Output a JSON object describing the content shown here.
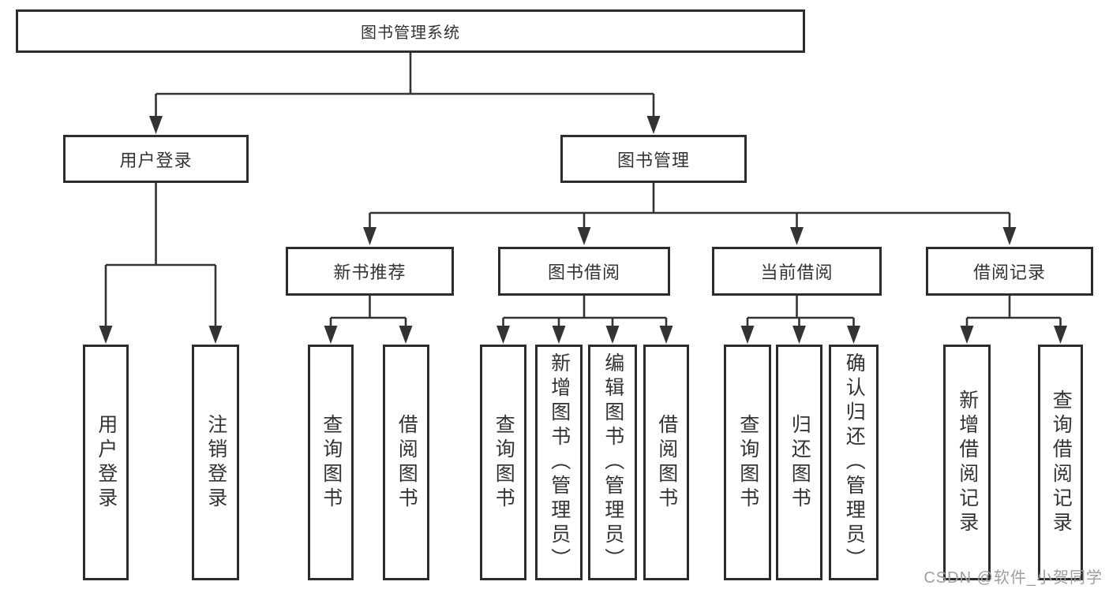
{
  "diagram": {
    "type": "hierarchy-tree",
    "colors": {
      "line": "#333333",
      "box_border": "#2d2d2d",
      "text": "#333333",
      "background": "#ffffff",
      "watermark": "#9e9e9e"
    },
    "nodes": {
      "root": "图书管理系统",
      "user_login": "用户登录",
      "book_mgmt": "图书管理",
      "new_book": "新书推荐",
      "book_borrow": "图书借阅",
      "current_borrow": "当前借阅",
      "borrow_record": "借阅记录",
      "ul1": "用户登录",
      "ul2": "注销登录",
      "nb1": "查询图书",
      "nb2": "借阅图书",
      "bb1": "查询图书",
      "bb2": "新增图书（管理员）",
      "bb3": "编辑图书（管理员）",
      "bb4": "借阅图书",
      "cb1": "查询图书",
      "cb2": "归还图书",
      "cb3": "确认归还（管理员）",
      "br1": "新增借阅记录",
      "br2": "查询借阅记录"
    },
    "edges": [
      {
        "from": "root",
        "to": [
          "user_login",
          "book_mgmt"
        ]
      },
      {
        "from": "user_login",
        "to": [
          "ul1",
          "ul2"
        ]
      },
      {
        "from": "book_mgmt",
        "to": [
          "new_book",
          "book_borrow",
          "current_borrow",
          "borrow_record"
        ]
      },
      {
        "from": "new_book",
        "to": [
          "nb1",
          "nb2"
        ]
      },
      {
        "from": "book_borrow",
        "to": [
          "bb1",
          "bb2",
          "bb3",
          "bb4"
        ]
      },
      {
        "from": "current_borrow",
        "to": [
          "cb1",
          "cb2",
          "cb3"
        ]
      },
      {
        "from": "borrow_record",
        "to": [
          "br1",
          "br2"
        ]
      }
    ],
    "watermark": "CSDN @软件_小贺同学"
  }
}
